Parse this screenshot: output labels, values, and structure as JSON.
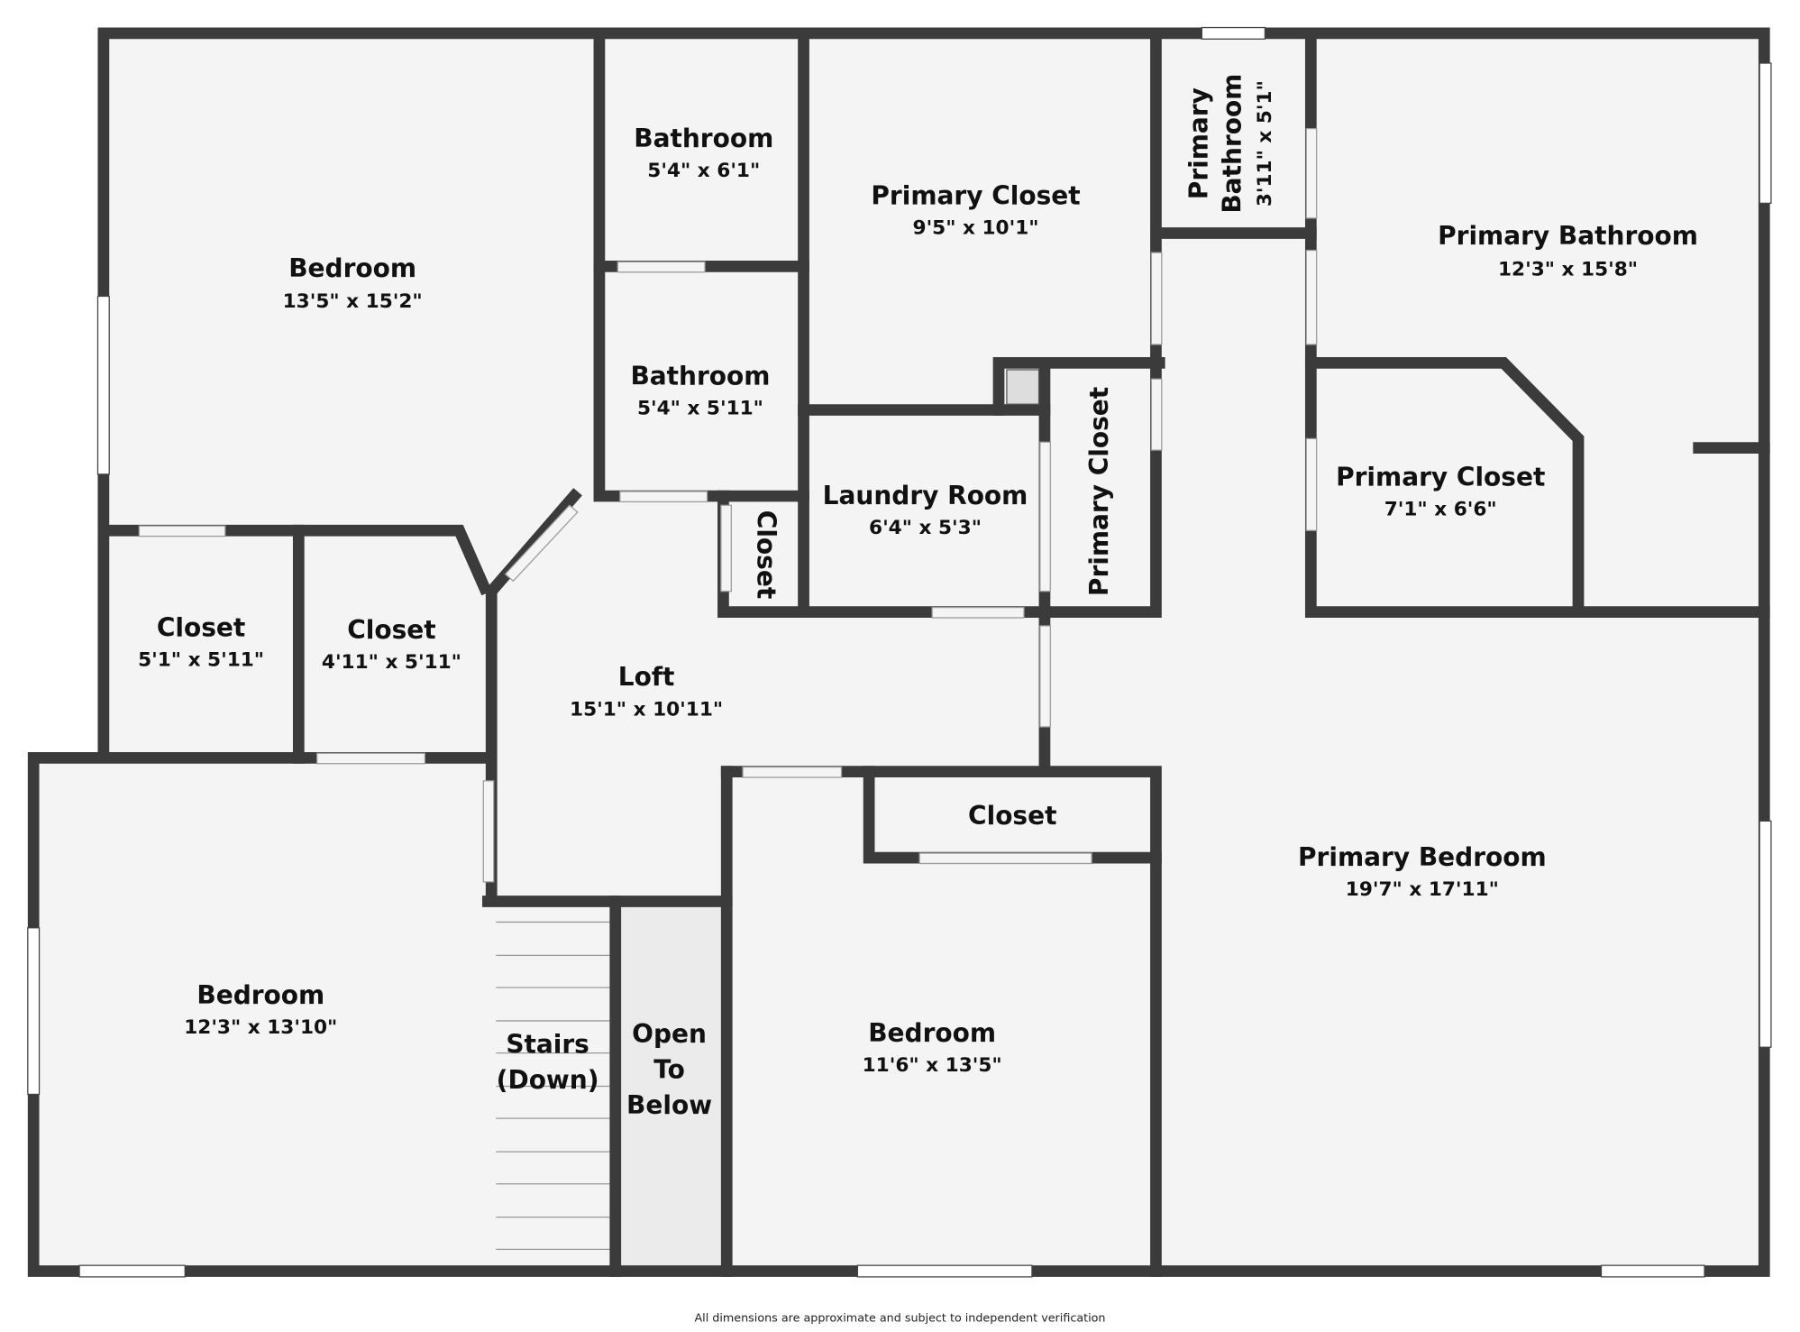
{
  "rooms": {
    "bedroom_nw": {
      "name": "Bedroom",
      "dims": "13'5\" x 15'2\""
    },
    "bathroom_1": {
      "name": "Bathroom",
      "dims": "5'4\" x 6'1\""
    },
    "bathroom_2": {
      "name": "Bathroom",
      "dims": "5'4\" x 5'11\""
    },
    "primary_closet_1": {
      "name": "Primary Closet",
      "dims": "9'5\" x 10'1\""
    },
    "primary_bathroom_small": {
      "name_1": "Primary",
      "name_2": "Bathroom",
      "dims": "3'11\" x 5'1\""
    },
    "primary_bathroom": {
      "name": "Primary Bathroom",
      "dims": "12'3\" x 15'8\""
    },
    "primary_closet_2": {
      "name": "Primary Closet",
      "dims": "7'1\" x 6'6\""
    },
    "primary_closet_3": {
      "name": "Primary Closet"
    },
    "laundry": {
      "name": "Laundry Room",
      "dims": "6'4\" x 5'3\""
    },
    "closet_small": {
      "name": "Closet"
    },
    "closet_a": {
      "name": "Closet",
      "dims": "5'1\" x 5'11\""
    },
    "closet_b": {
      "name": "Closet",
      "dims": "4'11\" x 5'11\""
    },
    "loft": {
      "name": "Loft",
      "dims": "15'1\" x 10'11\""
    },
    "bedroom_sw": {
      "name": "Bedroom",
      "dims": "12'3\" x 13'10\""
    },
    "stairs": {
      "name_1": "Stairs",
      "name_2": "(Down)"
    },
    "open_below": {
      "name_1": "Open",
      "name_2": "To",
      "name_3": "Below"
    },
    "closet_c": {
      "name": "Closet"
    },
    "bedroom_s": {
      "name": "Bedroom",
      "dims": "11'6\" x 13'5\""
    },
    "primary_bedroom": {
      "name": "Primary Bedroom",
      "dims": "19'7\" x 17'11\""
    }
  },
  "footer": "All dimensions are approximate and subject to independent verification",
  "colors": {
    "wall": "#3b3b3b",
    "floor": "#f4f4f4"
  }
}
